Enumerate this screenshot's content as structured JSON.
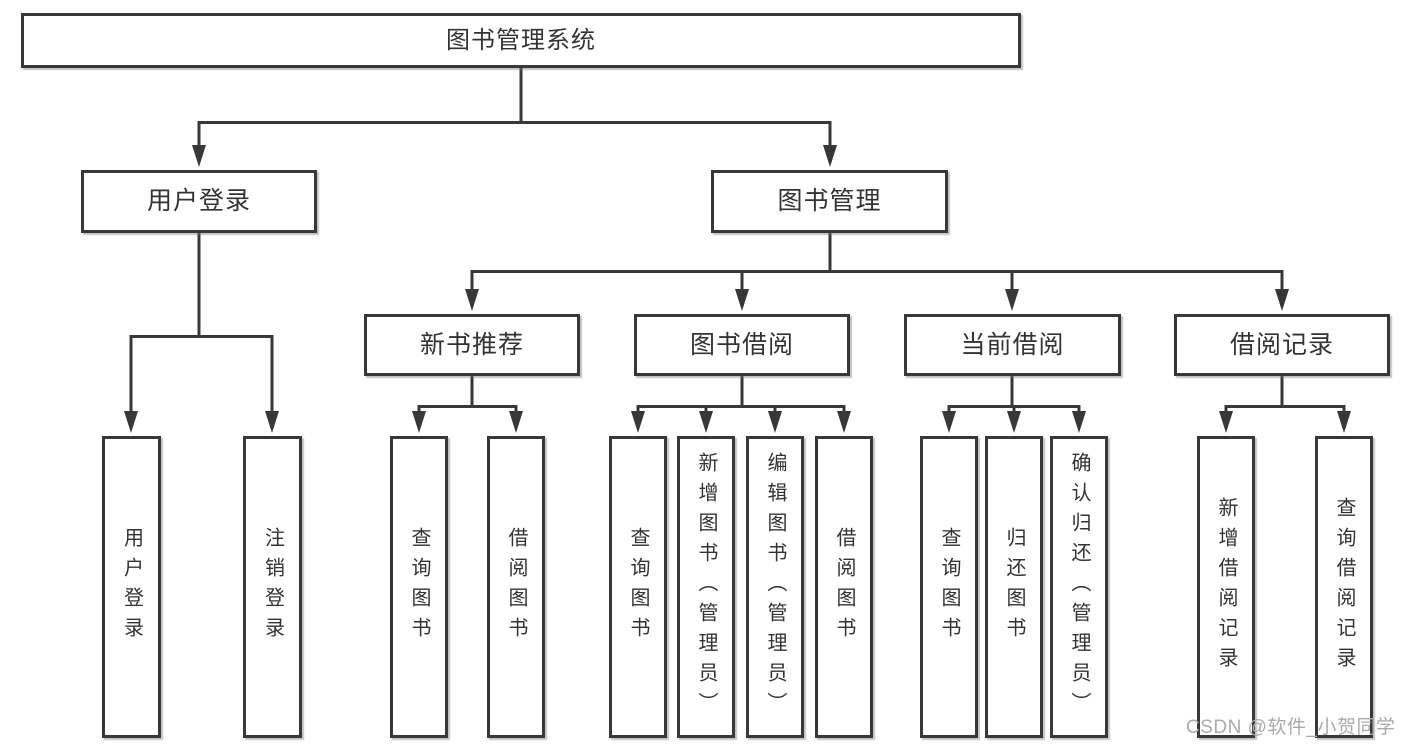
{
  "tree": {
    "root": {
      "label": "图书管理系统",
      "children": [
        {
          "label": "用户登录",
          "children": [
            {
              "label": "用户登录"
            },
            {
              "label": "注销登录"
            }
          ]
        },
        {
          "label": "图书管理",
          "children": [
            {
              "label": "新书推荐",
              "children": [
                {
                  "label": "查询图书"
                },
                {
                  "label": "借阅图书"
                }
              ]
            },
            {
              "label": "图书借阅",
              "children": [
                {
                  "label": "查询图书"
                },
                {
                  "label": "新增图书（管理员）"
                },
                {
                  "label": "编辑图书（管理员）"
                },
                {
                  "label": "借阅图书"
                }
              ]
            },
            {
              "label": "当前借阅",
              "children": [
                {
                  "label": "查询图书"
                },
                {
                  "label": "归还图书"
                },
                {
                  "label": "确认归还（管理员）"
                }
              ]
            },
            {
              "label": "借阅记录",
              "children": [
                {
                  "label": "新增借阅记录"
                },
                {
                  "label": "查询借阅记录"
                }
              ]
            }
          ]
        }
      ]
    }
  },
  "watermark": "CSDN @软件_小贺同学",
  "colors": {
    "line": "#383838",
    "box_border": "#383838",
    "text": "#333333",
    "watermark_text": "#ababab",
    "background": "#ffffff"
  }
}
